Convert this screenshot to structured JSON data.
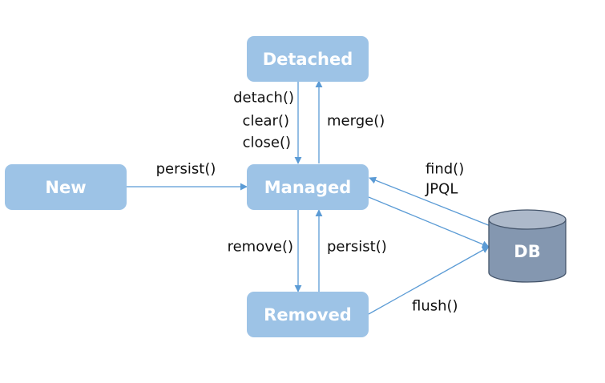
{
  "nodes": {
    "detached": "Detached",
    "new": "New",
    "managed": "Managed",
    "removed": "Removed",
    "db": "DB"
  },
  "edges": {
    "detach": "detach()",
    "clear": "clear()",
    "close": "close()",
    "merge": "merge()",
    "persist_new": "persist()",
    "find": "find()",
    "jpql": "JPQL",
    "remove": "remove()",
    "persist_removed": "persist()",
    "flush": "flush()"
  },
  "colors": {
    "node_fill": "#9dc3e6",
    "arrow": "#5b9bd5",
    "db_body": "#8497b0",
    "db_top": "#adb9ca"
  }
}
